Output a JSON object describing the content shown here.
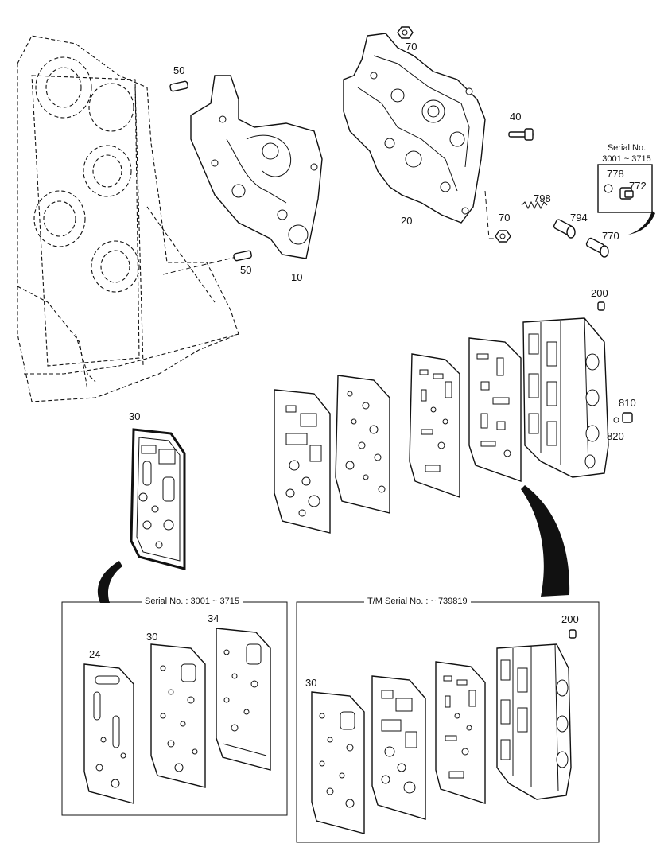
{
  "labels": {
    "p50a": "50",
    "p50b": "50",
    "p10": "10",
    "p70a": "70",
    "p70b": "70",
    "p40": "40",
    "p20": "20",
    "p798": "798",
    "p794": "794",
    "p770": "770",
    "p778": "778",
    "p772": "772",
    "p200a": "200",
    "p810": "810",
    "p820": "820",
    "p30a": "30",
    "p24": "24",
    "p30b": "30",
    "p34": "34",
    "p30c": "30",
    "p200b": "200"
  },
  "serial_top": {
    "line1": "Serial No.",
    "line2": "3001 ~ 3715"
  },
  "inset_left": {
    "title": "Serial No. : 3001 ~ 3715"
  },
  "inset_right": {
    "title": "T/M Serial No. : ~ 739819"
  }
}
